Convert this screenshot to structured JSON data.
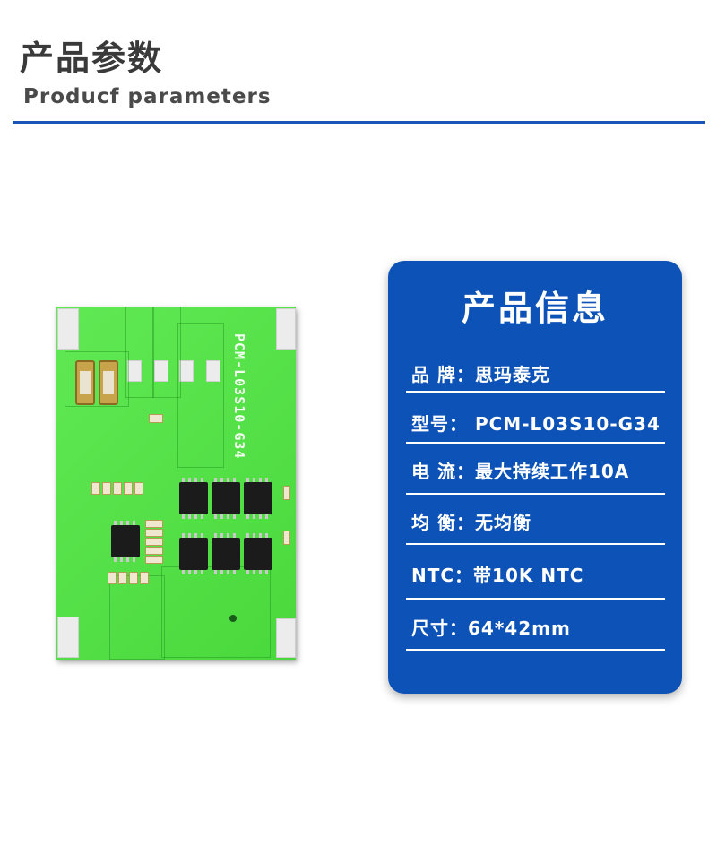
{
  "header": {
    "title_cn": "产品参数",
    "title_en": "Producf  parameters"
  },
  "board": {
    "model_silk": "PCM-L03S10-G34"
  },
  "info": {
    "title": "产品信息",
    "rows": [
      "品 牌：思玛泰克",
      "型号：  PCM-L03S10-G34",
      "电   流：最大持续工作10A",
      "均   衡：无均衡",
      "NTC：带10K NTC",
      "尺寸：64*42mm"
    ]
  },
  "colors": {
    "accent_blue": "#0d52b6",
    "rule_blue": "#1a54b6",
    "pcb_green": "#4ee640"
  }
}
